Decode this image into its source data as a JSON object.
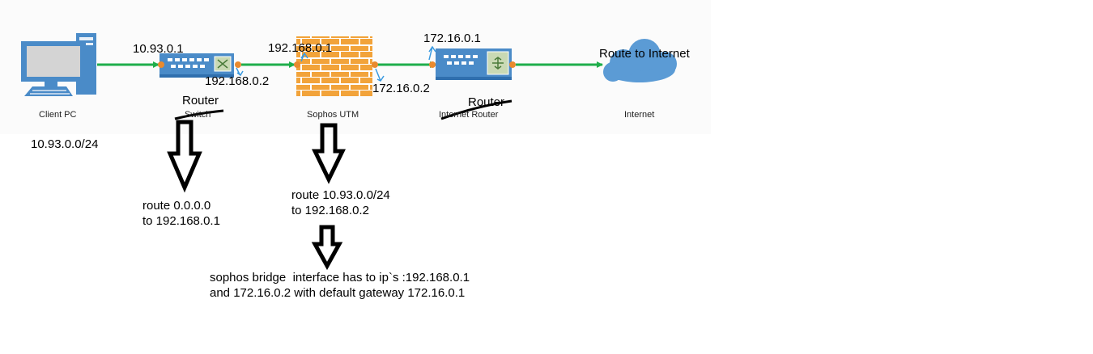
{
  "devices": {
    "client_pc": {
      "caption": "Client PC",
      "subnet": "10.93.0.0/24"
    },
    "switch": {
      "caption": "Switch",
      "label": "Router",
      "ip_left": "10.93.0.1",
      "ip_right": "192.168.0.2"
    },
    "sophos": {
      "caption": "Sophos UTM",
      "ip_left": "192.168.0.1",
      "ip_right": "172.16.0.2"
    },
    "internet_router": {
      "caption": "Internet Router",
      "label": "Router",
      "ip_left": "172.16.0.1"
    },
    "internet": {
      "caption": "Internet",
      "label": "Route to Internet"
    }
  },
  "notes": {
    "switch_route": "route 0.0.0.0\nto 192.168.0.1",
    "sophos_route": "route 10.93.0.0/24\nto 192.168.0.2",
    "bridge": "sophos bridge  interface has to ip`s :192.168.0.1\nand 172.16.0.2 with default gateway 172.16.0.1"
  },
  "colors": {
    "link": "#1fae4b",
    "device_blue": "#4a8bc8",
    "port_orange": "#e98a2e",
    "firewall_orange": "#f2a33a",
    "cloud_blue": "#5b9bd5"
  }
}
